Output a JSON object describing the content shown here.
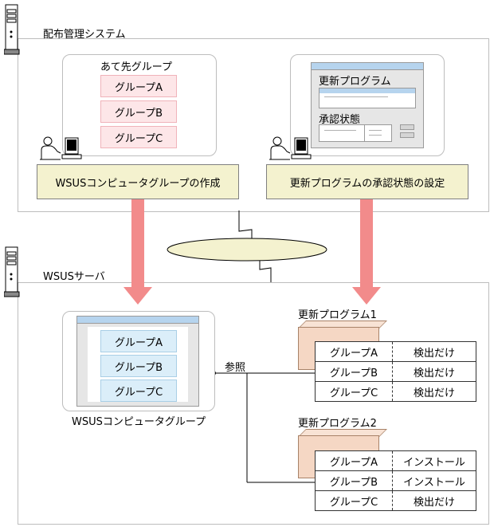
{
  "distribution_system": {
    "title": "配布管理システム",
    "dest_group_panel": {
      "title": "あて先グループ",
      "groups": [
        "グループA",
        "グループB",
        "グループC"
      ]
    },
    "update_program_panel": {
      "title": "更新プログラム",
      "approval_label": "承認状態"
    },
    "actions": [
      "WSUSコンピュータグループの作成",
      "更新プログラムの承認状態の設定"
    ]
  },
  "wsus_server": {
    "title": "WSUSサーバ",
    "computer_groups": {
      "groups": [
        "グループA",
        "グループB",
        "グループC"
      ],
      "caption": "WSUSコンピュータグループ"
    },
    "reference_label": "参照",
    "update_programs": [
      {
        "name": "更新プログラム1",
        "rows": [
          {
            "group": "グループA",
            "status": "検出だけ"
          },
          {
            "group": "グループB",
            "status": "検出だけ"
          },
          {
            "group": "グループC",
            "status": "検出だけ"
          }
        ]
      },
      {
        "name": "更新プログラム2",
        "rows": [
          {
            "group": "グループA",
            "status": "インストール"
          },
          {
            "group": "グループB",
            "status": "インストール"
          },
          {
            "group": "グループC",
            "status": "検出だけ"
          }
        ]
      }
    ]
  },
  "colors": {
    "arrow": "#f28b8b",
    "network_ellipse": "#f4f2cf",
    "action_box": "#f4f2cf",
    "dest_group_fill": "#fde6e8",
    "wsus_group_fill": "#dbeef9",
    "program_box": "#f5d7c4"
  }
}
